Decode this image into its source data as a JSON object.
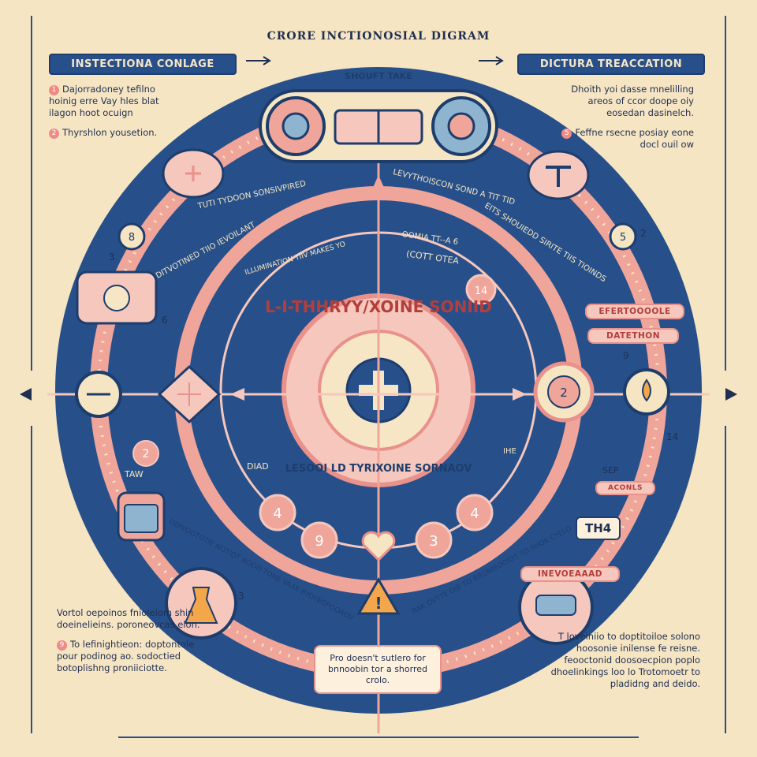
{
  "title": "CRORE INCTIONOSIAL DIGRAM",
  "left_header": "INSTECTIONA CONLAGE",
  "right_header": "DICTURA TREACCATION",
  "top_label": "SHOUFT TAKE",
  "center_ring_top": "L-I-THHRYY/XOINE SONIID",
  "center_ring_bottom": "LESOOI LD TYRIXOINE SORNAOV",
  "left_notes": [
    {
      "num": "1",
      "text": "Dajorradoney tefilno hoinig erre Vay hles blat ilagon hoot ocuign"
    },
    {
      "num": "2",
      "text": "Thyrshlon yousetion."
    }
  ],
  "right_notes": [
    {
      "text": "Dhoith yoi dasse mnelilling areos of ccor doope oiy eosedan dasinelch."
    },
    {
      "num": "5",
      "text": "Feffne rsecne posiay eone docl ouil ow"
    }
  ],
  "bottom_left_notes": [
    {
      "text": "Vortol oepoinos fnioleiom shin doeinelieins. poroneovcas elon."
    },
    {
      "num": "9",
      "text": "To lefinightieon: doptontole pour podinog ao. sodoctied botoplishng proniiciotte."
    }
  ],
  "bottom_right_notes": [
    {
      "text": "T loveiniio to doptitoiloe solono hoosonie inilense fe reisne. feooctonid doosoecpion poplo dhoelinkings loo lo Trotomoetr to pladidng and deido."
    }
  ],
  "center_note": "Pro doesn't sutlero for bnnoobin tor a shorred crolo.",
  "ring_labels": {
    "upper_left_1": "TUTI TYDOON SONSIVPIRED",
    "upper_left_2": "DITVOTINED TIIO IEVOILANT",
    "upper_right_1": "LEVYTHOISCON SOND A TIT TID",
    "upper_right_2": "EITS SHOUIEDD SIRITE TIIS TIOINDS",
    "inner_top": "OOMIA TT--A 6",
    "inner_top_2": "(COTT OTEA",
    "inner_mid": "ILLUMINATION TIIV MAKES YO",
    "left_mid": "DIAD",
    "right_mid": "IHE",
    "lower_left": "ODIVOOTOTIE NOTIOT NOOD TONE VAAK BYOYEOPOOAOV",
    "lower_right": "RAK OVTTE DIB TO BRONIEOOIOT TO SHOK CYELO",
    "tag_1": "EFERTOOOOLE",
    "tag_2": "DATETHON",
    "tag_3": "INEVOEAAAD",
    "sep": "SEP",
    "tag_small": "ACONLS",
    "th": "TH4",
    "taw": "TAW"
  },
  "numbers": {
    "n_left_upper": "3",
    "n_left_mid": "6",
    "n_left_two": "2",
    "n_left_lower": "3",
    "n_right_upper": "2",
    "n_right_mid": "9",
    "n_right_lower": "14",
    "n_ring_4a": "4",
    "n_ring_9": "9",
    "n_ring_3": "3",
    "n_ring_4b": "4",
    "n_ring_14": "14",
    "n_icon_8": "8",
    "n_icon_5": "5",
    "n_icon_2": "2"
  },
  "colors": {
    "navy": "#27508a",
    "coral": "#f0a59a",
    "cream": "#f6e5c3",
    "pink": "#f6c7bd",
    "blue_light": "#8fb4cf",
    "warning": "#f3a64a"
  }
}
